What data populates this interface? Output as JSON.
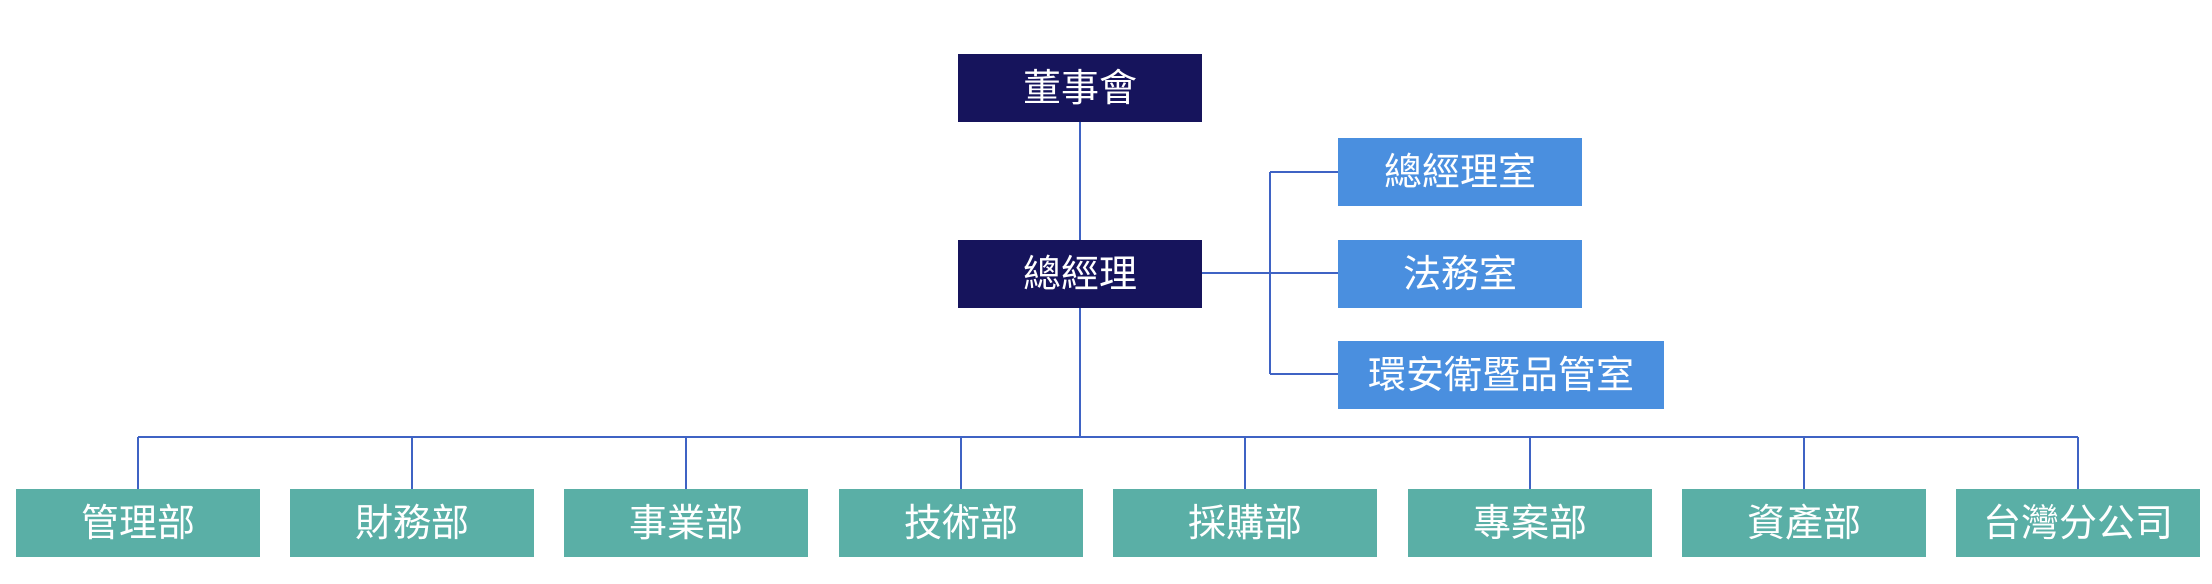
{
  "board": {
    "label": "董事會"
  },
  "gm": {
    "label": "總經理"
  },
  "staff_offices": [
    {
      "label": "總經理室"
    },
    {
      "label": "法務室"
    },
    {
      "label": "環安衛暨品管室"
    }
  ],
  "departments": [
    {
      "label": "管理部"
    },
    {
      "label": "財務部"
    },
    {
      "label": "事業部"
    },
    {
      "label": "技術部"
    },
    {
      "label": "採購部"
    },
    {
      "label": "專案部"
    },
    {
      "label": "資產部"
    },
    {
      "label": "台灣分公司"
    }
  ],
  "colors": {
    "executive": "#16145c",
    "staff_office": "#4a8fdf",
    "department": "#5aafa6",
    "connector": "#3f63c4"
  }
}
